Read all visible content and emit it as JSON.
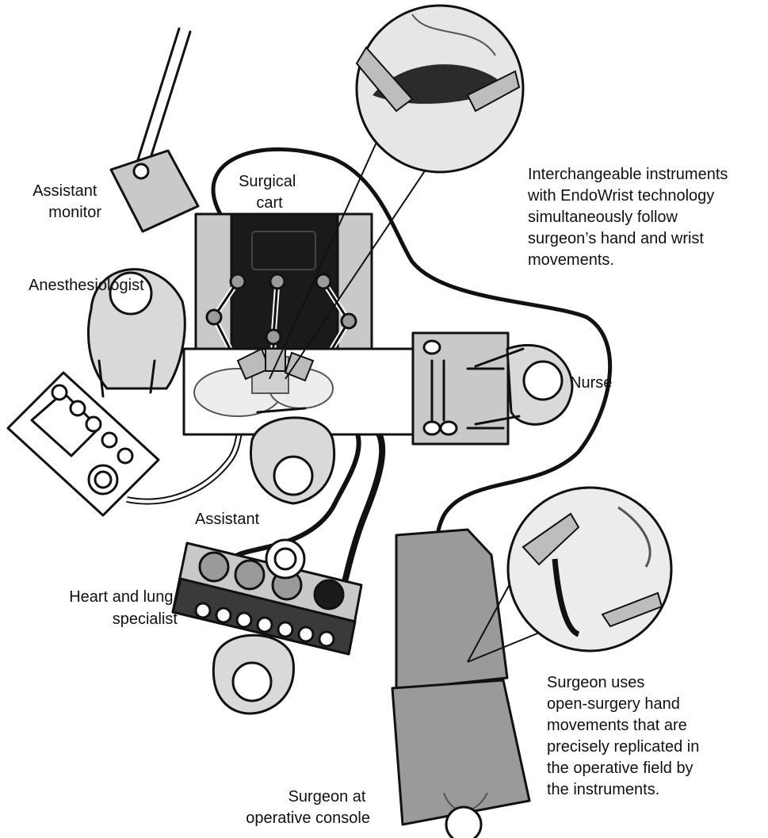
{
  "labels": {
    "assistant_monitor": [
      "Assistant",
      "monitor"
    ],
    "surgical_cart": [
      "Surgical",
      "cart"
    ],
    "anesthesiologist": "Anesthesiologist",
    "nurse": "Nurse",
    "assistant": "Assistant",
    "heart_lung": [
      "Heart and lung",
      "specialist"
    ],
    "surgeon_console": [
      "Surgeon at",
      "operative console"
    ],
    "instruments_caption": [
      "Interchangeable instruments",
      "with EndoWrist technology",
      "simultaneously follow",
      "surgeon’s hand and wrist",
      "movements."
    ],
    "surgeon_caption": [
      "Surgeon uses",
      "open-surgery hand",
      "movements that are",
      "precisely replicated in",
      "the operative field by",
      "the instruments."
    ]
  },
  "colors": {
    "ink": "#111111",
    "light_gray": "#c9c9c9",
    "mid_gray": "#9a9a9a",
    "dark_gray": "#3a3a3a",
    "near_black": "#1a1a1a",
    "skin": "#d9d9d9"
  }
}
